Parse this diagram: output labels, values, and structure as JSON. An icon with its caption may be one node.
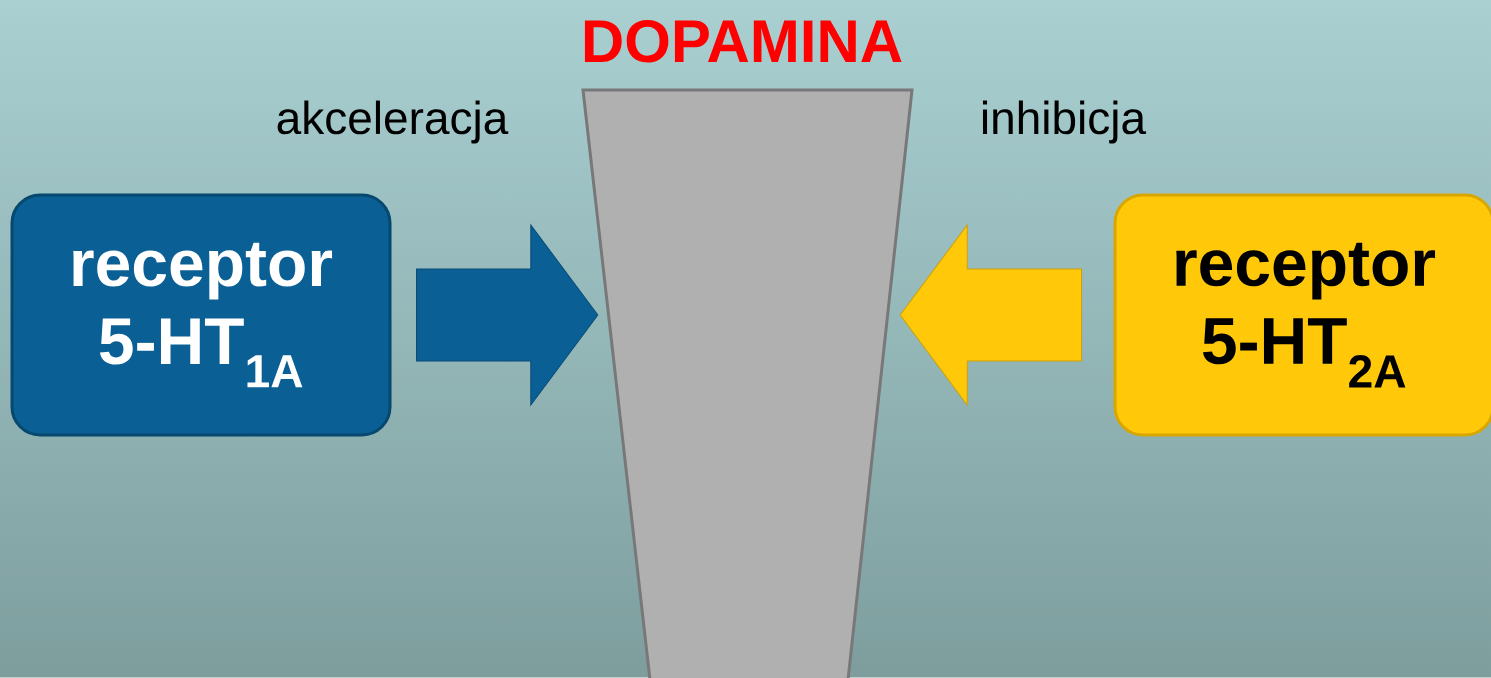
{
  "diagram": {
    "nodes": [
      {
        "text": [
          "receptor 5-HT$_{1A}$"
        ]
      },
      {
        "text": [
          "DOPAMINA"
        ]
      },
      {
        "text": [
          "receptor 5-HT$_{2A}$"
        ]
      }
    ],
    "edges": [
      {
        "from": 0,
        "to": 1,
        "arrow": "to",
        "color": "#0a5f94"
      },
      {
        "from": 2,
        "to": 1,
        "arrow": "to",
        "color": "#ffc90a"
      }
    ],
    "labels": [
      "akceleracja",
      "inhibicja"
    ]
  }
}
